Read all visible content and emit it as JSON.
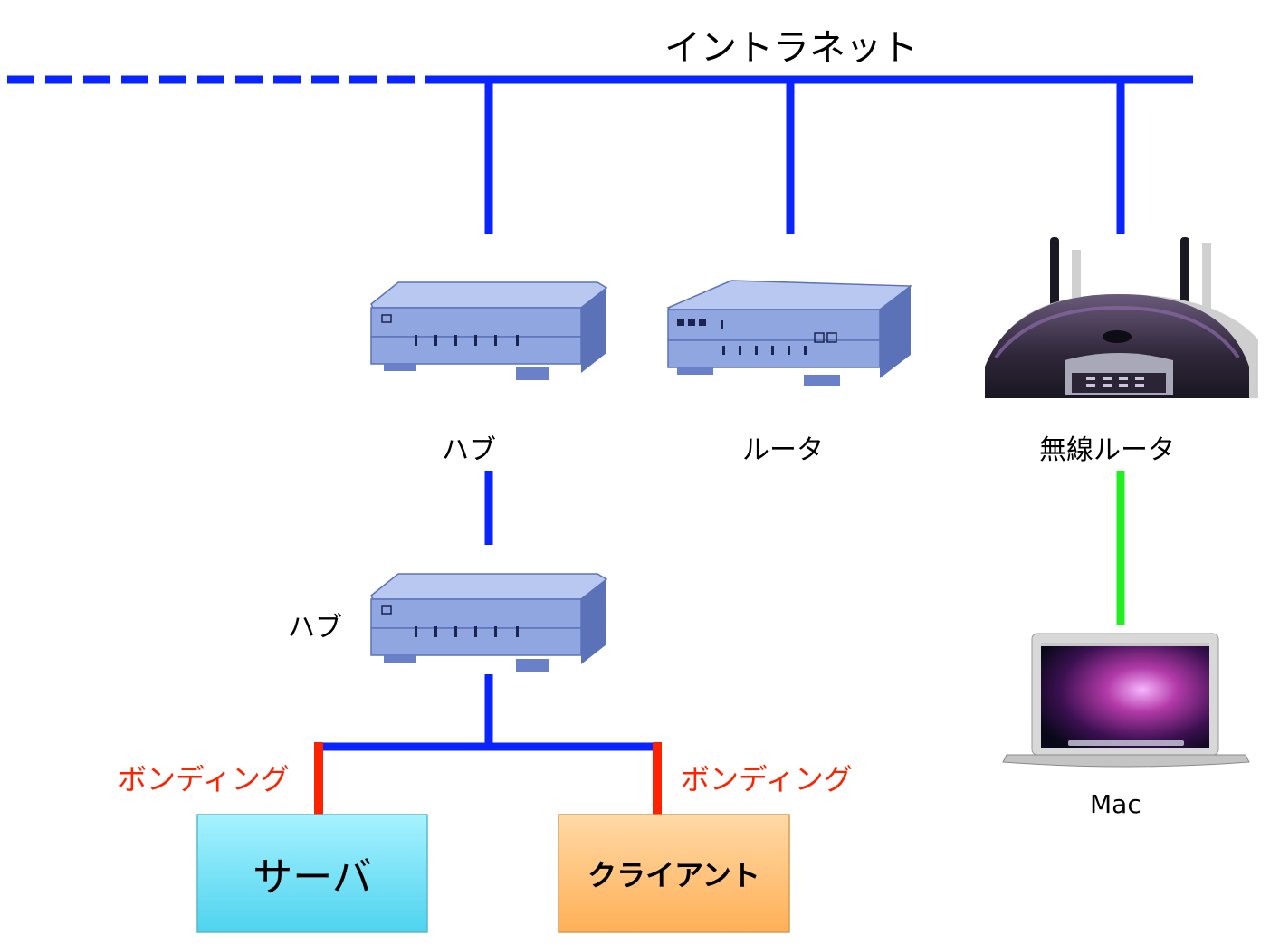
{
  "title": "イントラネット",
  "nodes": {
    "hub_top": {
      "label": "ハブ"
    },
    "router": {
      "label": "ルータ"
    },
    "wireless_router": {
      "label": "無線ルータ"
    },
    "hub_bottom": {
      "label": "ハブ"
    },
    "mac": {
      "label": "Mac"
    },
    "server": {
      "label": "サーバ"
    },
    "client": {
      "label": "クライアント"
    }
  },
  "link_labels": {
    "bonding_server": "ボンディング",
    "bonding_client": "ボンディング"
  },
  "colors": {
    "lan": "#0a24ff",
    "wireless": "#22ee22",
    "bonding": "#ff2200",
    "bonding_text": "#ff2200",
    "device_blue": "#8fa6e0",
    "server_fill": "#6fe0f5",
    "client_fill": "#ffbf70"
  }
}
